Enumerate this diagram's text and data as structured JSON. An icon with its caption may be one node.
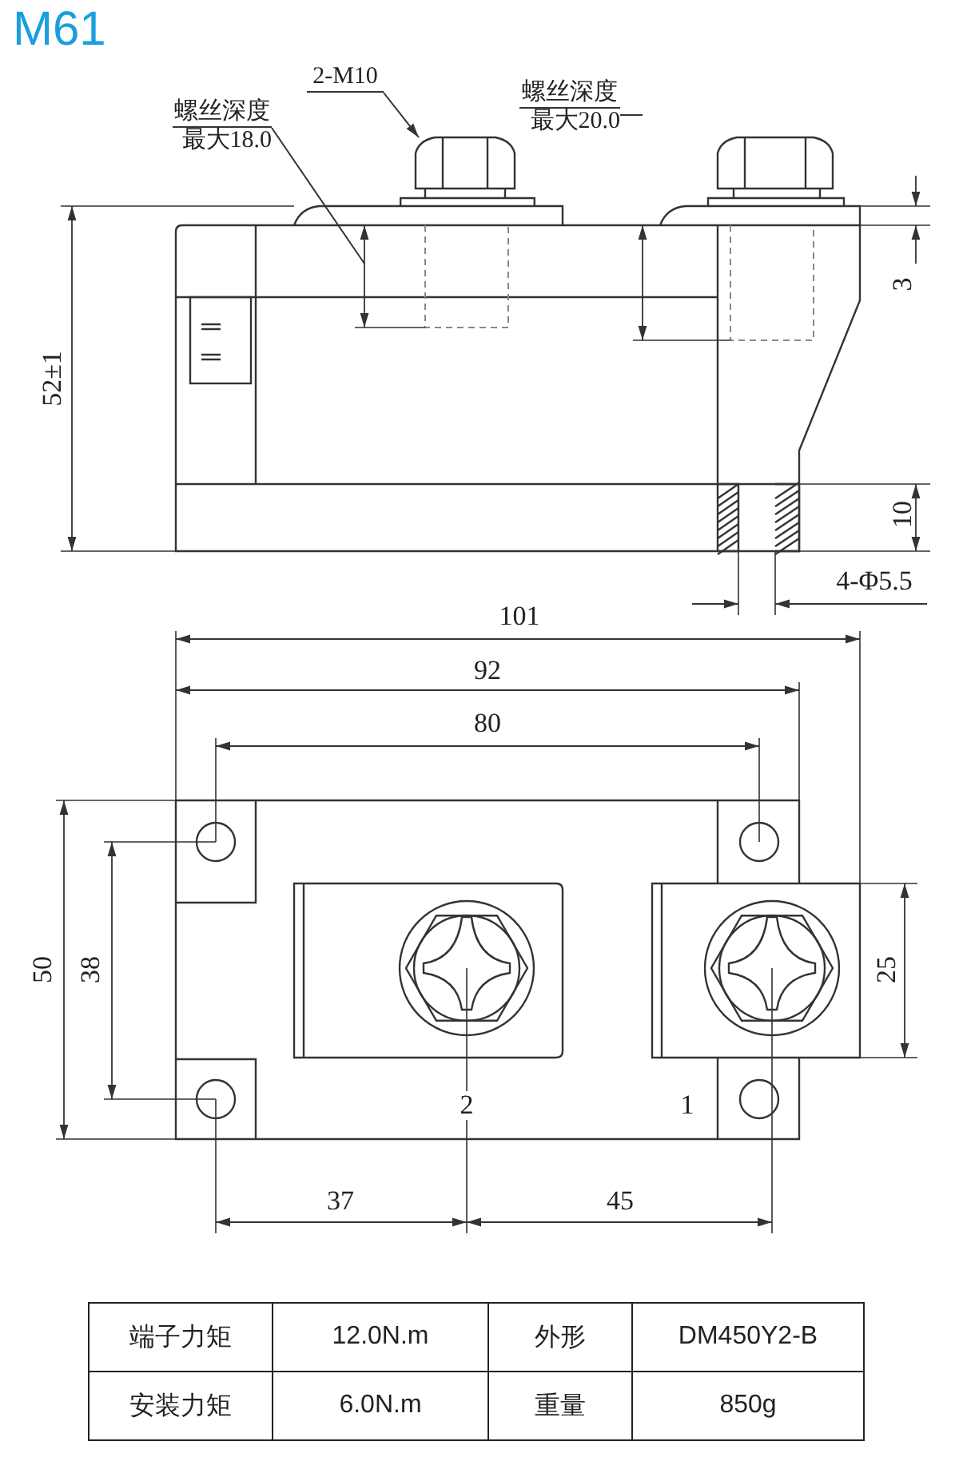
{
  "diagram": {
    "title": "M61",
    "nodes": [
      {
        "text": [
          "2-M10"
        ]
      },
      {
        "text": [],
        "shape": "picture"
      },
      {
        "text": [
          "螺丝深度",
          "最大18.0"
        ]
      },
      {
        "text": [
          "螺丝深度",
          "最大20.0"
        ]
      }
    ],
    "edges": [
      {
        "from": 0,
        "to": 1,
        "arrow": "to"
      },
      {
        "from": 2,
        "to": null,
        "arrow": "none"
      },
      {
        "from": 3,
        "to": null,
        "arrow": "none"
      }
    ],
    "labels": [
      "3",
      "10",
      "4-Φ5.5",
      "52±1",
      "101",
      "92",
      "80",
      "50",
      "38",
      "25",
      "37",
      "45",
      "2",
      "1",
      "端子力矩",
      "12.0N.m",
      "外形",
      "DM450Y2-B",
      "安装力矩",
      "6.0N.m",
      "重量",
      "850g"
    ]
  }
}
